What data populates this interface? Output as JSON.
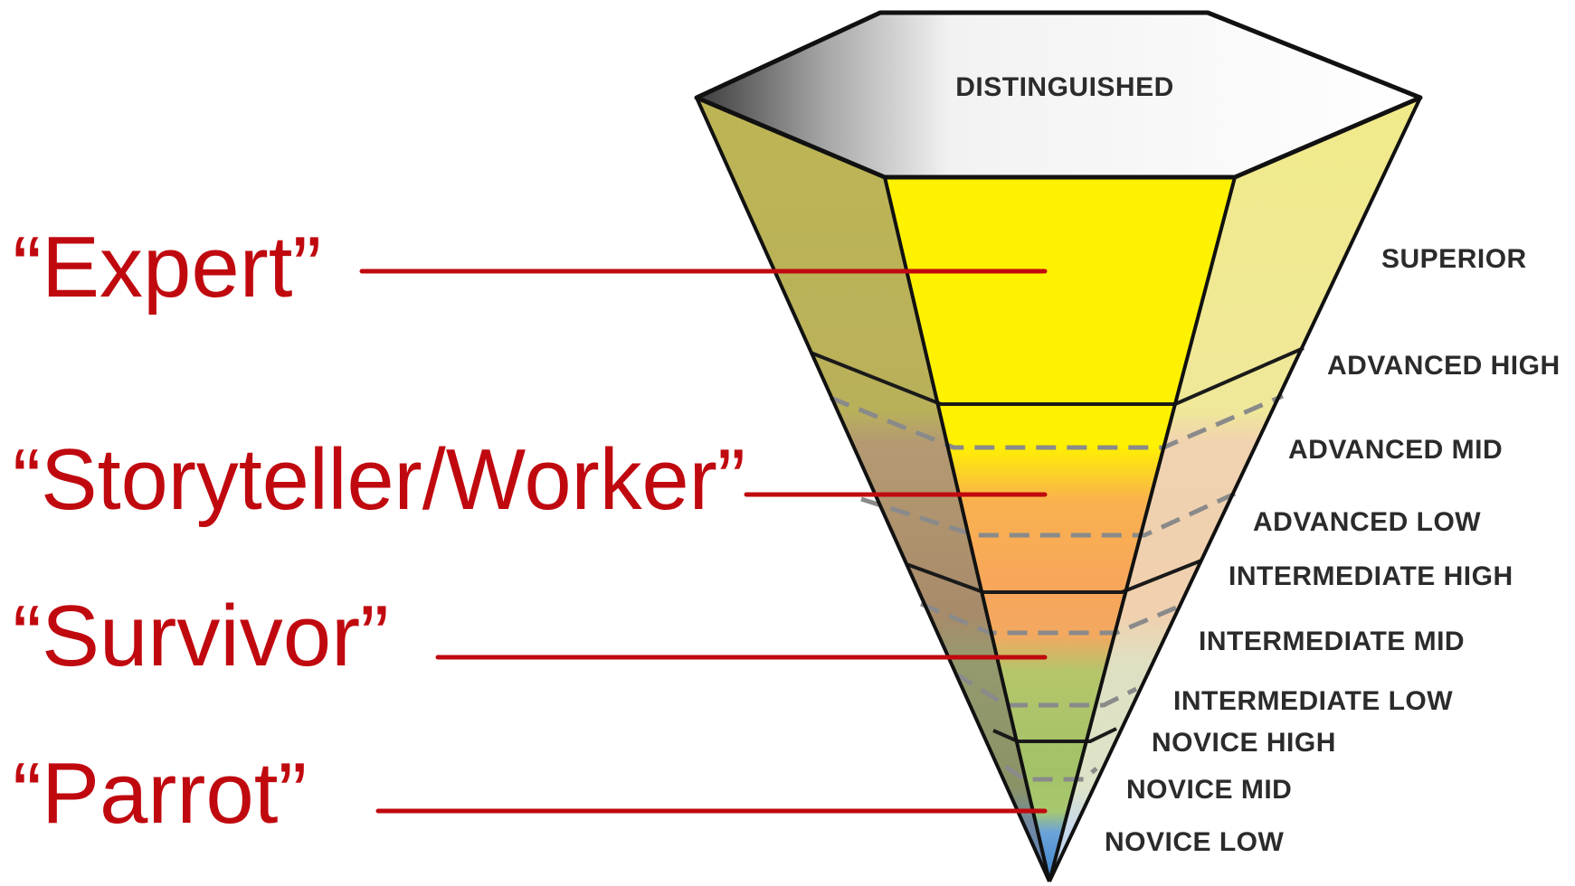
{
  "levels": {
    "top": "DISTINGUISHED",
    "superior": "SUPERIOR",
    "advanced_high": "ADVANCED HIGH",
    "advanced_mid": "ADVANCED MID",
    "advanced_low": "ADVANCED LOW",
    "intermediate_high": "INTERMEDIATE HIGH",
    "intermediate_mid": "INTERMEDIATE MID",
    "intermediate_low": "INTERMEDIATE LOW",
    "novice_high": "NOVICE HIGH",
    "novice_mid": "NOVICE MID",
    "novice_low": "NOVICE LOW"
  },
  "callouts": {
    "expert": "“Expert”",
    "storyteller": "“Storyteller/Worker”",
    "survivor": "“Survivor”",
    "parrot": "“Parrot”"
  },
  "colors": {
    "callout_red": "#c0090f",
    "superior_yellow": "#fff200",
    "advanced_orange": "#f7a65a",
    "intermediate_green": "#a9c46a",
    "novice_blue": "#5b9bd5"
  }
}
